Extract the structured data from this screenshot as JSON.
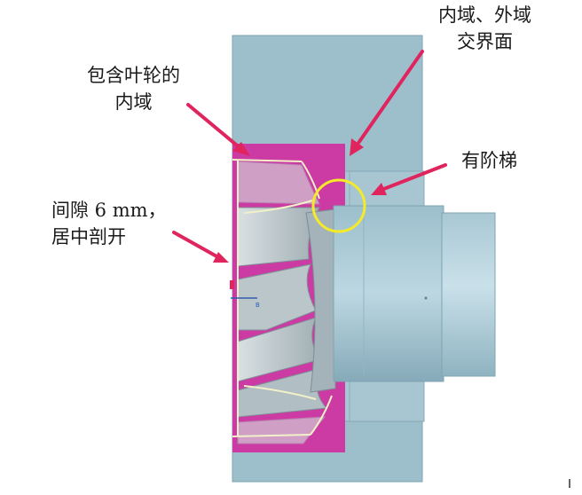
{
  "labels": {
    "inner_domain": [
      "包含叶轮的",
      "内域"
    ],
    "interface": [
      "内域、外域",
      "交界面"
    ],
    "step": "有阶梯",
    "gap": [
      "间隙 6 mm，",
      "居中剖开"
    ]
  },
  "colors": {
    "outer_domain": "#9dbfcb",
    "inner_domain": "#cc3ba3",
    "impeller_blade": "#c5d0d4",
    "shaft": "#b7d2de",
    "arrow": "#e0245e",
    "highlight_circle": "#f4ea2a",
    "edge_line": "#f2f0c9"
  }
}
